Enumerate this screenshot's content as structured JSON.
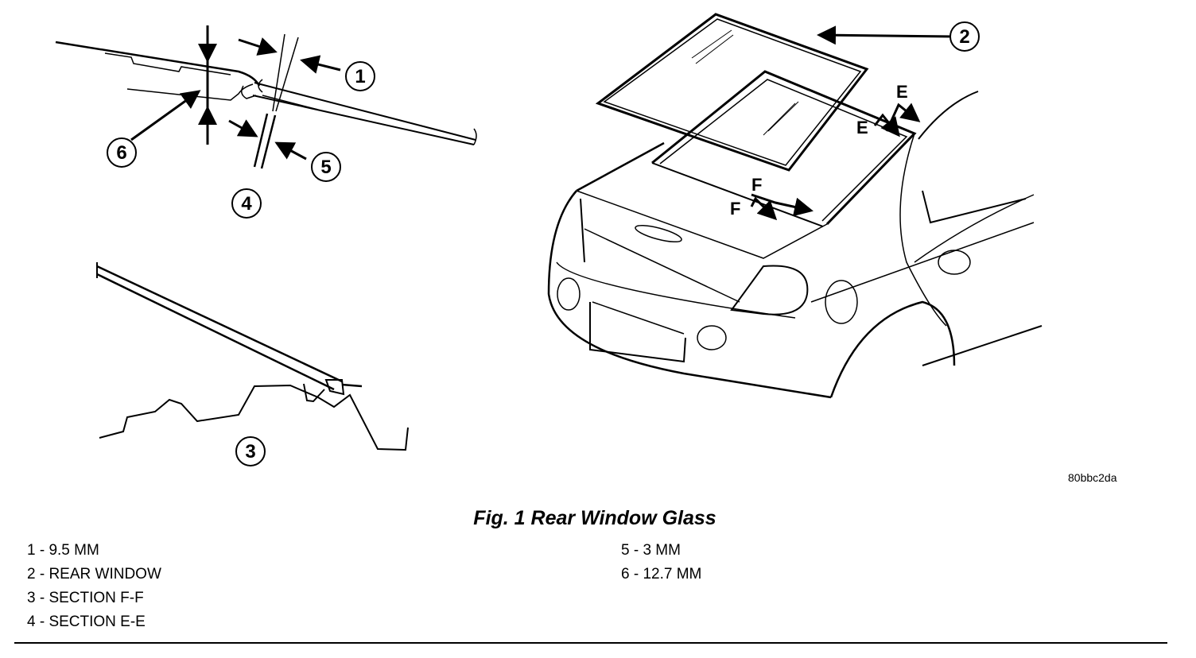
{
  "figure": {
    "caption": "Fig. 1 Rear Window Glass",
    "image_code": "80bbc2da"
  },
  "callouts": [
    "1",
    "2",
    "3",
    "4",
    "5",
    "6"
  ],
  "section_markers": {
    "e_top": "E",
    "e_bottom": "E",
    "f_top": "F",
    "f_bottom": "F"
  },
  "legend": {
    "left": [
      "1 - 9.5 MM",
      "2 - REAR WINDOW",
      "3 - SECTION F-F",
      "4 - SECTION E-E"
    ],
    "right": [
      "5 - 3 MM",
      "6 - 12.7 MM"
    ]
  }
}
